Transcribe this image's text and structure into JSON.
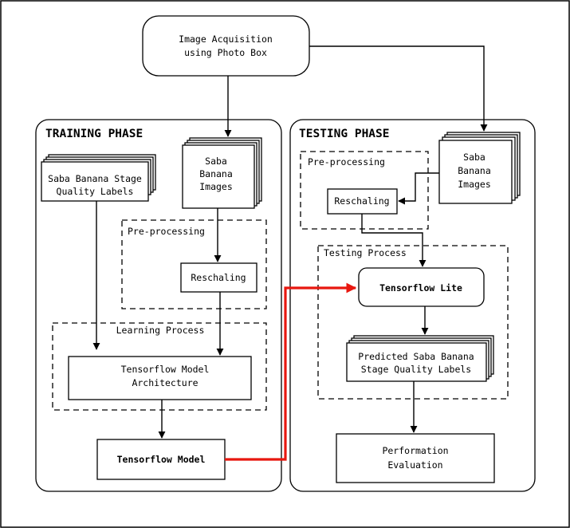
{
  "acquisition": {
    "line1": "Image Acquisition",
    "line2": "using Photo Box"
  },
  "training": {
    "title": "TRAINING PHASE",
    "labels": {
      "line1": "Saba Banana Stage",
      "line2": "Quality Labels"
    },
    "images": {
      "line1": "Saba",
      "line2": "Banana",
      "line3": "Images"
    },
    "preprocessing": "Pre-processing",
    "reschaling": "Reschaling",
    "learning": "Learning Process",
    "architecture": {
      "line1": "Tensorflow Model",
      "line2": "Architecture"
    },
    "model": "Tensorflow Model"
  },
  "testing": {
    "title": "TESTING PHASE",
    "images": {
      "line1": "Saba",
      "line2": "Banana",
      "line3": "Images"
    },
    "preprocessing": "Pre-processing",
    "reschaling": "Reschaling",
    "testing_process": "Testing Process",
    "tflite": "Tensorflow Lite",
    "predicted": {
      "line1": "Predicted Saba Banana",
      "line2": "Stage Quality Labels"
    },
    "evaluation": {
      "line1": "Performation",
      "line2": "Evaluation"
    }
  },
  "colors": {
    "highlight_edge": "#e8170f",
    "stroke": "#000000",
    "background": "#ffffff"
  }
}
